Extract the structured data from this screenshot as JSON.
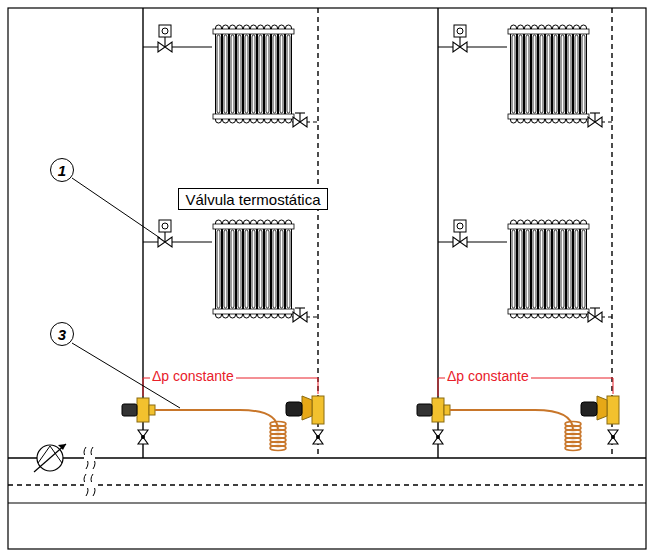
{
  "diagram": {
    "nodes": [
      {
        "text": [
          "1"
        ]
      },
      {
        "text": [
          "Válvula termostática"
        ]
      },
      {
        "text": [
          "3"
        ]
      }
    ],
    "labels": [
      "Δp constante",
      "Δp constante"
    ]
  }
}
